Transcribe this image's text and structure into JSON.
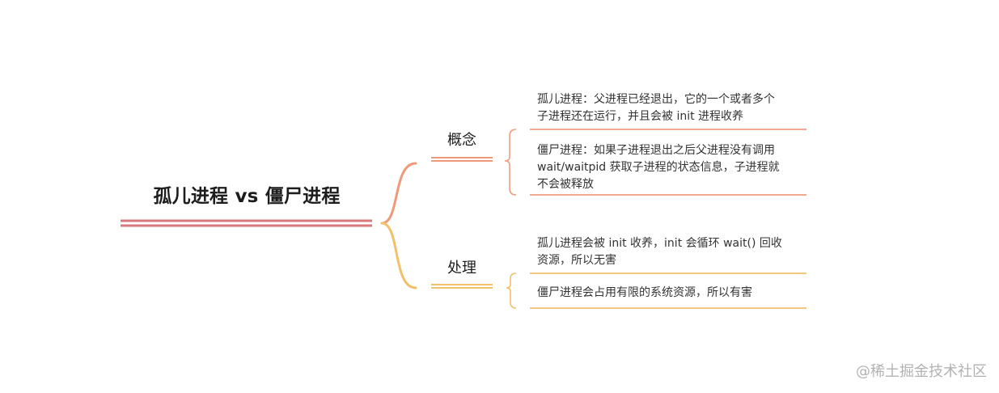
{
  "root": {
    "title": "孤儿进程 vs 僵尸进程"
  },
  "branches": [
    {
      "label": "概念",
      "leaves": [
        "孤儿进程：父进程已经退出，它的一个或者多个\n子进程还在运行，并且会被 init 进程收养",
        "僵尸进程：如果子进程退出之后父进程没有调用\nwait/waitpid 获取子进程的状态信息，子进程就\n不会被释放"
      ]
    },
    {
      "label": "处理",
      "leaves": [
        "孤儿进程会被 init 收养，init 会循环 wait() 回收\n资源，所以无害",
        "僵尸进程会占用有限的系统资源，所以有害"
      ]
    }
  ],
  "colors": {
    "root_underline": "#d9777c",
    "branch1": "#ee9a7a",
    "branch2": "#f3c06a",
    "leaf_line_1": "#ef9e7f",
    "leaf_line_2": "#f1c06b"
  },
  "watermark": "@稀土掘金技术社区"
}
